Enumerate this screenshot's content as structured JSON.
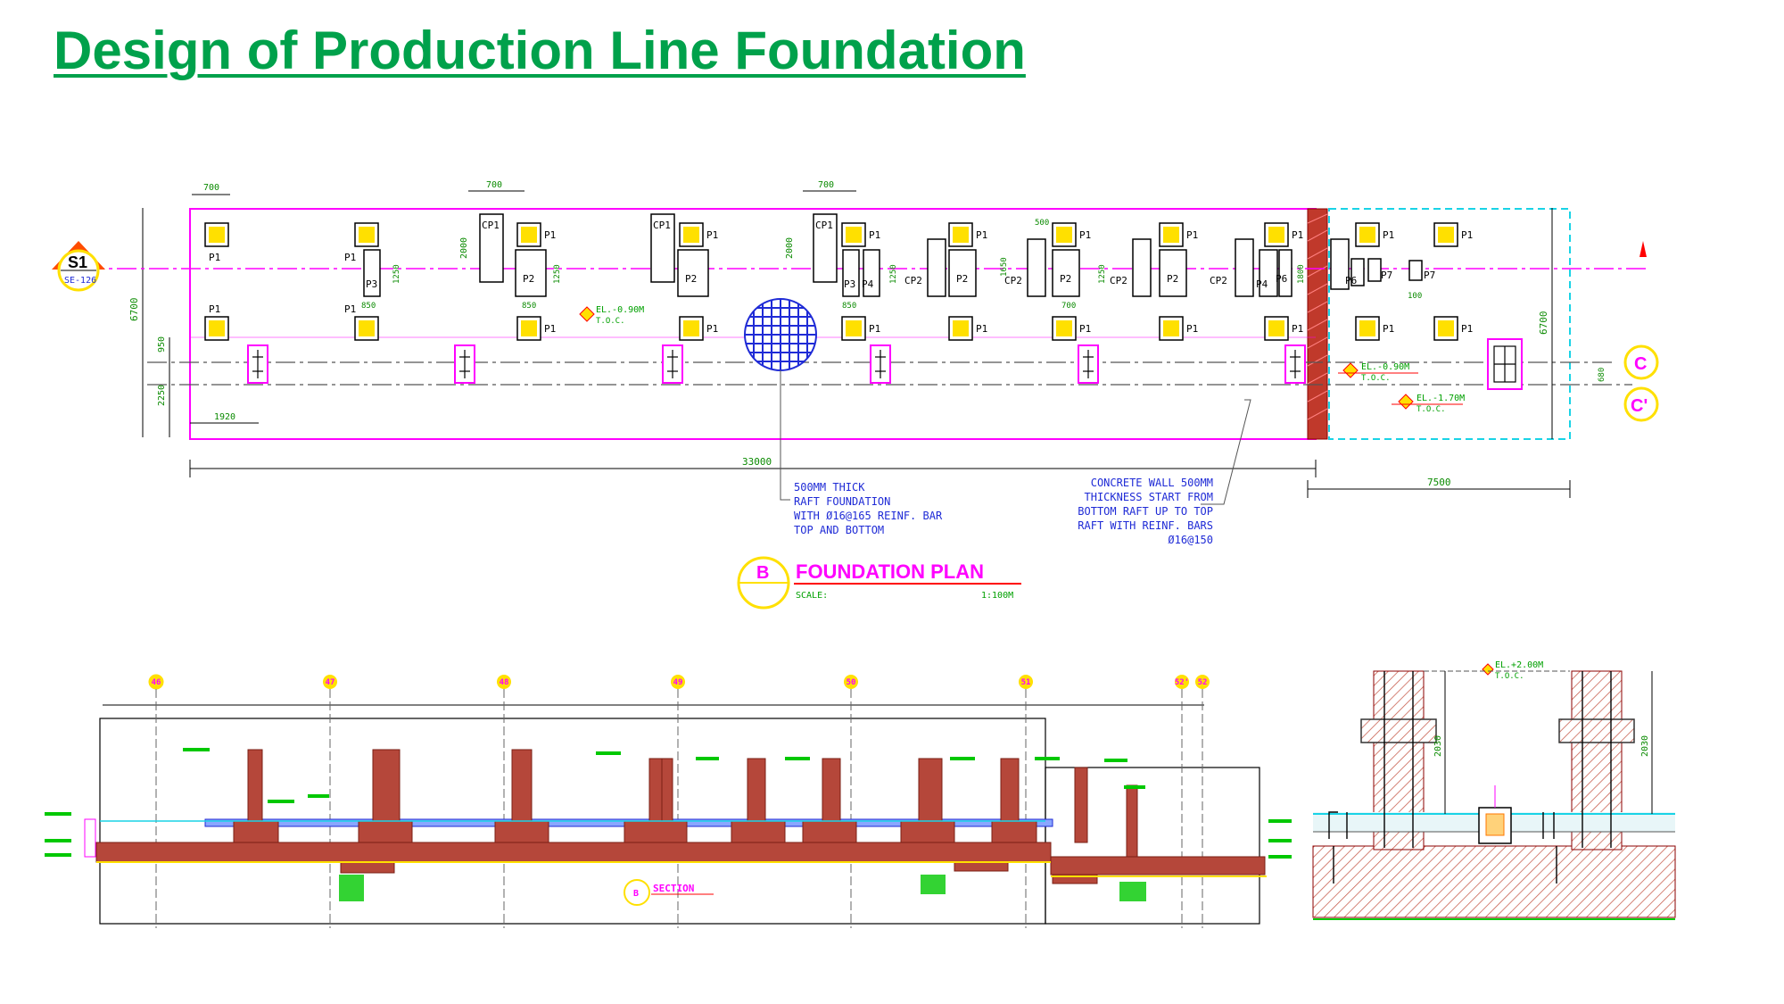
{
  "page": {
    "title": "Design of Production Line Foundation"
  },
  "plan": {
    "view_title": "FOUNDATION PLAN",
    "view_letter": "B",
    "scale_label": "SCALE:",
    "scale_value": "1:100M",
    "section_marker_label": "S1",
    "section_marker_ref": "SE-126",
    "grid_c": "C",
    "grid_c_prime": "C'",
    "dim_total_length": "33000",
    "dim_extension": "7500",
    "dim_height_left": "6700",
    "dim_height_right": "6700",
    "dim_1920": "1920",
    "dim_950": "950",
    "dim_2250": "2250",
    "dim_700": "700",
    "dim_2000": "2000",
    "dim_1250": "1250",
    "dim_850": "850",
    "dim_500": "500",
    "dim_1650": "1650",
    "dim_1800": "1800",
    "dim_100": "100",
    "dim_680": "680",
    "el_top": "EL.-0.90M",
    "el_right_1": "EL.-0.90M",
    "el_right_2": "EL.-1.70M",
    "toc": "T.O.C.",
    "note_raft": [
      "500MM THICK",
      "RAFT FOUNDATION",
      "WITH Ø16@165 REINF. BAR",
      "TOP AND BOTTOM"
    ],
    "note_wall": [
      "CONCRETE WALL 500MM",
      "THICKNESS START FROM",
      "BOTTOM RAFT UP TO TOP",
      "RAFT WITH REINF. BARS",
      "Ø16@150"
    ],
    "labels": {
      "p1": "P1",
      "p2": "P2",
      "p3": "P3",
      "p4": "P4",
      "p6": "P6",
      "p7": "P7",
      "cp1": "CP1",
      "cp2": "CP2"
    }
  },
  "section": {
    "view_title": "SECTION",
    "view_letter": "B",
    "grid_bubbles": [
      "46",
      "47",
      "48",
      "49",
      "50",
      "51",
      "52'",
      "52"
    ]
  },
  "detail": {
    "el_label": "EL.+2.00M",
    "toc": "T.O.C.",
    "dim_2030": "2030"
  },
  "colors": {
    "title_green": "#00a14b",
    "cad_magenta": "#ff00ff",
    "cad_blue": "#1f2bd6",
    "cad_yellow": "#ffe000",
    "concrete_red": "#b5473a",
    "cad_cyan": "#19d3e6",
    "cad_green": "#00c800"
  }
}
